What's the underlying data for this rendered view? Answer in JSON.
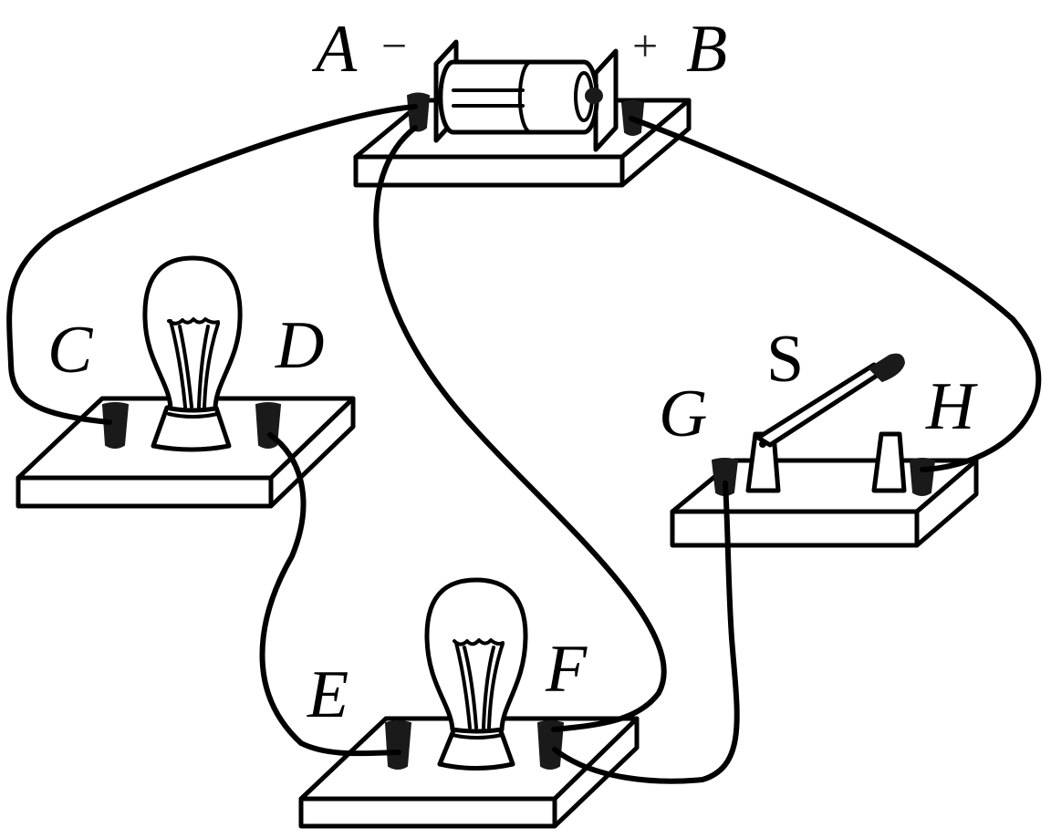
{
  "diagram": {
    "title": "",
    "components": {
      "battery": {
        "negative_terminal": "A",
        "positive_terminal": "B",
        "negative_sign": "−",
        "positive_sign": "+"
      },
      "bulb1": {
        "left_terminal": "C",
        "right_terminal": "D"
      },
      "bulb2": {
        "left_terminal": "E",
        "right_terminal": "F"
      },
      "switch": {
        "name": "S",
        "left_terminal": "G",
        "right_terminal": "H",
        "state": "open"
      }
    },
    "connections": [
      [
        "A",
        "C"
      ],
      [
        "D",
        "E"
      ],
      [
        "A",
        "F"
      ],
      [
        "F",
        "G"
      ],
      [
        "H",
        "B"
      ]
    ],
    "colors": {
      "stroke": "#000000",
      "terminal": "#1a1a1a",
      "background": "#ffffff"
    }
  }
}
